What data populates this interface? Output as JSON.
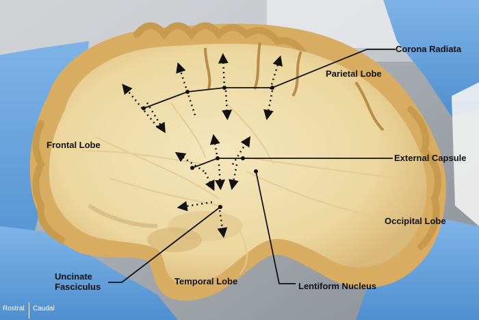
{
  "figure": {
    "labels": {
      "corona_radiata": "Corona Radiata",
      "parietal_lobe": "Parietal Lobe",
      "frontal_lobe": "Frontal Lobe",
      "external_capsule": "External Capsule",
      "occipital_lobe": "Occipital Lobe",
      "uncinate_fasciculus_line1": "Uncinate",
      "uncinate_fasciculus_line2": "Fasciculus",
      "temporal_lobe": "Temporal Lobe",
      "lentiform_nucleus": "Lentiform Nucleus"
    },
    "orientation": {
      "rostral": "Rostral",
      "caudal": "Caudal"
    }
  }
}
